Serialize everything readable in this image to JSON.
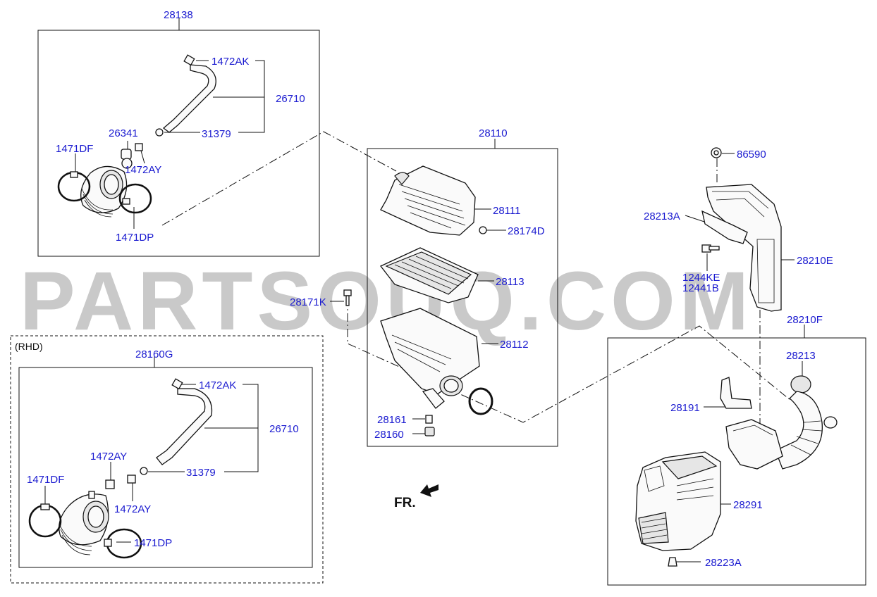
{
  "watermark": "PARTSOUQ.COM",
  "direction_marker": "FR.",
  "rhd_label": "(RHD)",
  "labels": {
    "l28138": "28138",
    "l1472AK_top": "1472AK",
    "l26710_top": "26710",
    "l31379_top": "31379",
    "l26341": "26341",
    "l1471DF_top": "1471DF",
    "l1472AY_top": "1472AY",
    "l1471DP_top": "1471DP",
    "l28110": "28110",
    "l28111": "28111",
    "l28174D": "28174D",
    "l28113": "28113",
    "l28171K": "28171K",
    "l28112": "28112",
    "l28161": "28161",
    "l28160": "28160",
    "l86590": "86590",
    "l28213A": "28213A",
    "l28210E": "28210E",
    "l1244KE": "1244KE",
    "l12441B": "12441B",
    "l28210F": "28210F",
    "l28213": "28213",
    "l28191": "28191",
    "l28291": "28291",
    "l28223A": "28223A",
    "l28160G": "28160G",
    "l1472AK_rhd": "1472AK",
    "l26710_rhd": "26710",
    "l1472AY_rhd1": "1472AY",
    "l31379_rhd": "31379",
    "l1471DF_rhd": "1471DF",
    "l1472AY_rhd2": "1472AY",
    "l1471DP_rhd": "1471DP"
  },
  "colors": {
    "label": "#1a1ad0",
    "watermark": "#c9c9c9",
    "line": "#111111"
  }
}
